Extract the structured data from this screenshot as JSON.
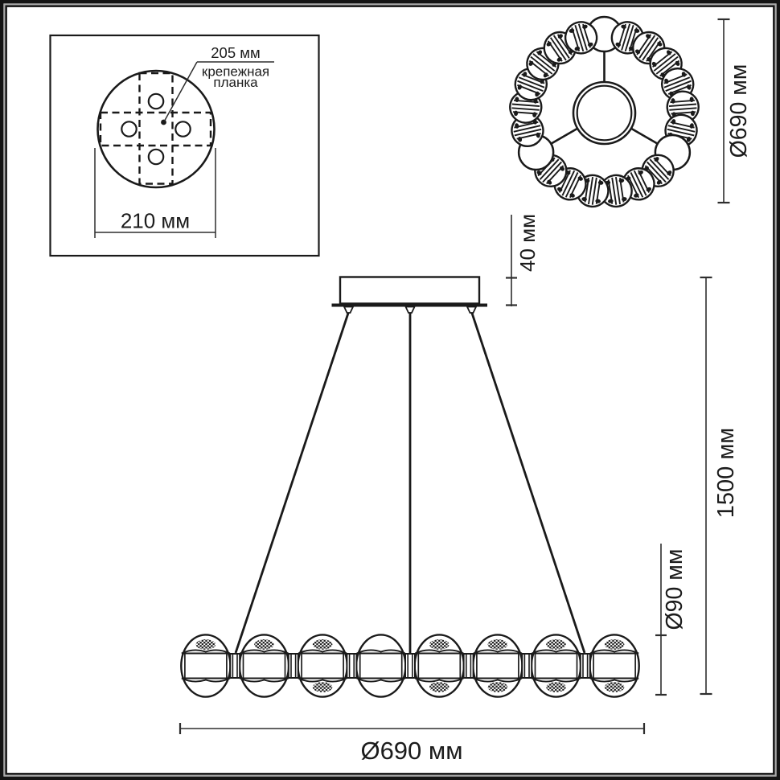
{
  "detail_box": {
    "hole_spacing_label": "205 мм",
    "bracket_label_1": "крепежная",
    "bracket_label_2": "планка",
    "plate_diameter_label": "210 мм"
  },
  "top_view": {
    "diameter_label": "Ø690 мм",
    "bead_count": 21,
    "plain_bead_positions": [
      1,
      8,
      15
    ]
  },
  "side_view": {
    "canopy_height_label": "40 мм",
    "suspension_height_label": "1500 мм",
    "ball_diameter_label": "Ø90 мм",
    "fixture_diameter_label": "Ø690 мм",
    "ball_count": 8,
    "balls_with_top_dots": [
      1,
      2,
      3,
      5,
      6,
      7,
      8
    ],
    "balls_with_bottom_dots": [
      3,
      5,
      6,
      7,
      8
    ]
  },
  "colors": {
    "line": "#1a1a1a",
    "dimension": "#2e2e2e",
    "text": "#1c1c1c",
    "background": "#ffffff"
  }
}
